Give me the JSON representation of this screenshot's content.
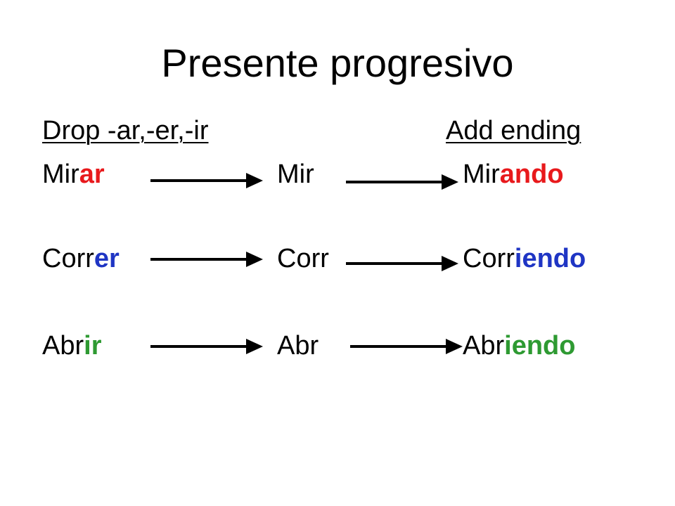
{
  "slide": {
    "title": "Presente progresivo",
    "header_left": "Drop -ar,-er,-ir",
    "header_right": "Add ending"
  },
  "rows": [
    {
      "verb_stem": "Mir",
      "verb_ending": "ar",
      "stem": "Mir",
      "result_stem": "Mir",
      "result_ending": "ando",
      "color": "#e8191c"
    },
    {
      "verb_stem": "Corr",
      "verb_ending": "er",
      "stem": "Corr",
      "result_stem": "Corr",
      "result_ending": "iendo",
      "color": "#1f35c4"
    },
    {
      "verb_stem": "Abr",
      "verb_ending": "ir",
      "stem": "Abr",
      "result_stem": "Abr",
      "result_ending": "iendo",
      "color": "#2e9a32"
    }
  ],
  "icons": {
    "arrow": "arrow-right-icon"
  }
}
